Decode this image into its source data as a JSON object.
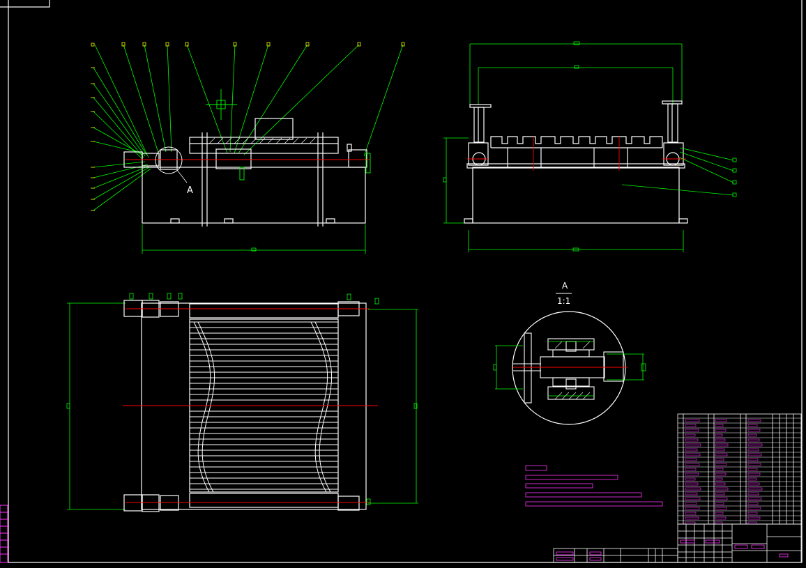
{
  "detail": {
    "label": "A",
    "scale": "1:1",
    "callout": "A"
  },
  "colors": {
    "background": "#000000",
    "outline": "#ffffff",
    "leader": "#00ff00",
    "balloon": "#ffff00",
    "centerline": "#ff0000",
    "notes": "#ff33ff",
    "dimension_text": "#00ff00",
    "table_text": "#ff33ff"
  }
}
